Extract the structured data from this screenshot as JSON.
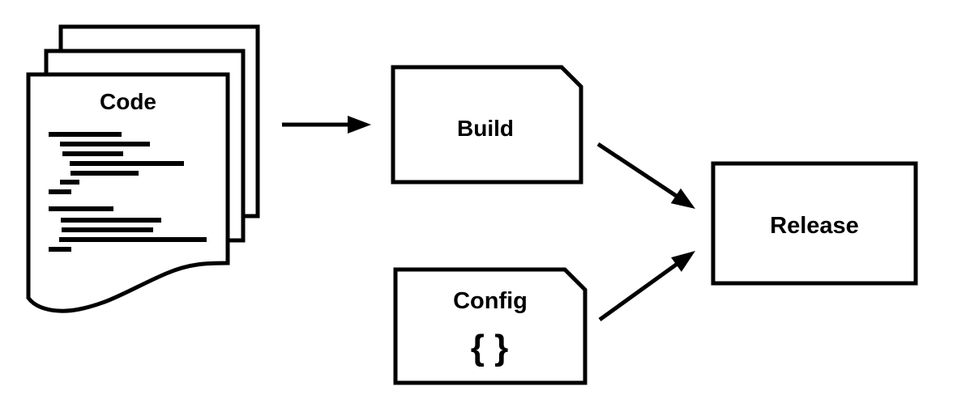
{
  "diagram": {
    "title": "build-pipeline-diagram",
    "colors": {
      "stroke": "#000000",
      "fill": "#ffffff",
      "background": "#ffffff"
    },
    "nodes": {
      "code": {
        "label": "Code",
        "shape": "document-stack"
      },
      "build": {
        "label": "Build",
        "shape": "note"
      },
      "config": {
        "label": "Config",
        "content": "{ }",
        "shape": "note"
      },
      "release": {
        "label": "Release",
        "shape": "rectangle"
      }
    },
    "edges": [
      {
        "from": "code",
        "to": "build"
      },
      {
        "from": "build",
        "to": "release"
      },
      {
        "from": "config",
        "to": "release"
      }
    ]
  }
}
